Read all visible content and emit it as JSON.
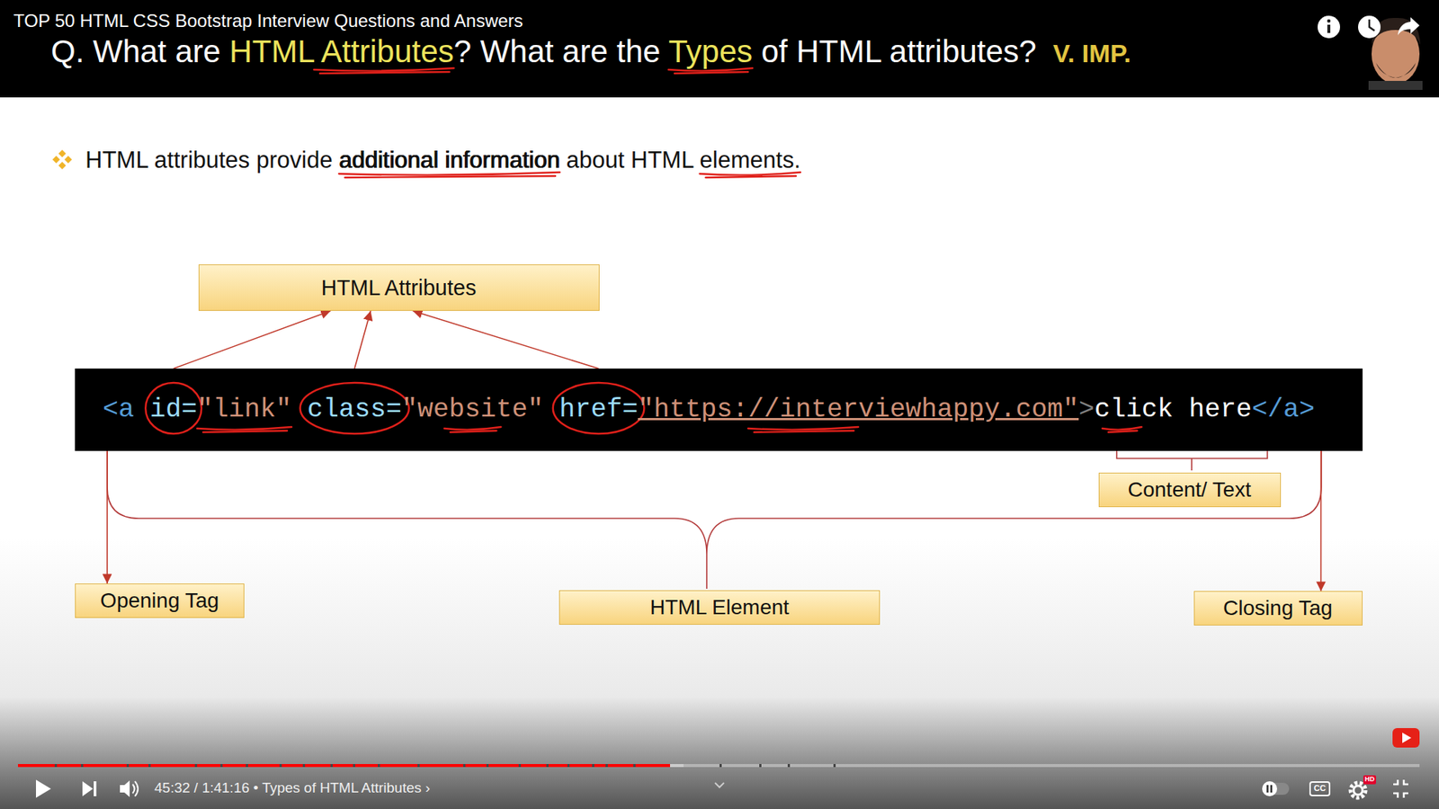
{
  "diagram": {
    "title": "Q. What are HTML Attributes? What are the Types of HTML attributes?",
    "nodes": [
      {
        "text": [
          "HTML Attributes"
        ]
      },
      {
        "text": [
          "<a",
          "id=",
          "\"link\"",
          "class=",
          "\"website\"",
          "href=",
          "\"https://interviewhappy.com\"",
          ">",
          "click here",
          "</a>"
        ]
      },
      {
        "text": [
          "Content/ Text"
        ]
      },
      {
        "text": [
          "Opening Tag"
        ]
      },
      {
        "text": [
          "HTML Element"
        ]
      },
      {
        "text": [
          "Closing Tag"
        ]
      }
    ],
    "edges": [
      {
        "from": 1,
        "to": 0,
        "arrow": "to"
      },
      {
        "from": 1,
        "to": 0,
        "arrow": "to"
      },
      {
        "from": 1,
        "to": 0,
        "arrow": "to"
      },
      {
        "from": 1,
        "to": 3,
        "arrow": "to"
      },
      {
        "from": 1,
        "to": 5,
        "arrow": "to"
      }
    ],
    "labels": [
      "TOP 50 HTML CSS Bootstrap Interview Questions and Answers",
      "V. IMP.",
      "HTML attributes provide additional information about HTML elements.",
      "45:32 / 1:41:16 • Types of HTML Attributes ›",
      "CC",
      "HD"
    ]
  }
}
